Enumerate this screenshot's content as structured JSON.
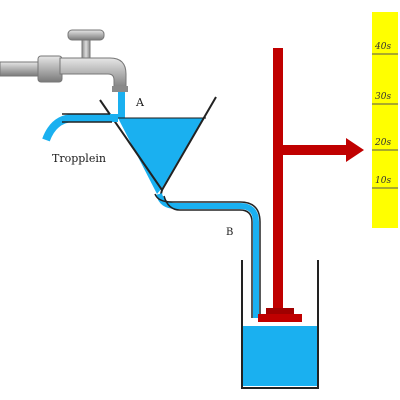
{
  "labels": {
    "point_a": "A",
    "point_b": "B",
    "overflow": "Tropplein"
  },
  "scale": {
    "ticks": [
      "40s",
      "30s",
      "20s",
      "10s"
    ]
  },
  "colors": {
    "water": "#1ab0f0",
    "piston": "#c00000",
    "scale": "#ffff00",
    "faucet": "#9a9a9a"
  },
  "icons": {
    "faucet": "faucet-icon",
    "arrow": "arrow-right-icon"
  }
}
